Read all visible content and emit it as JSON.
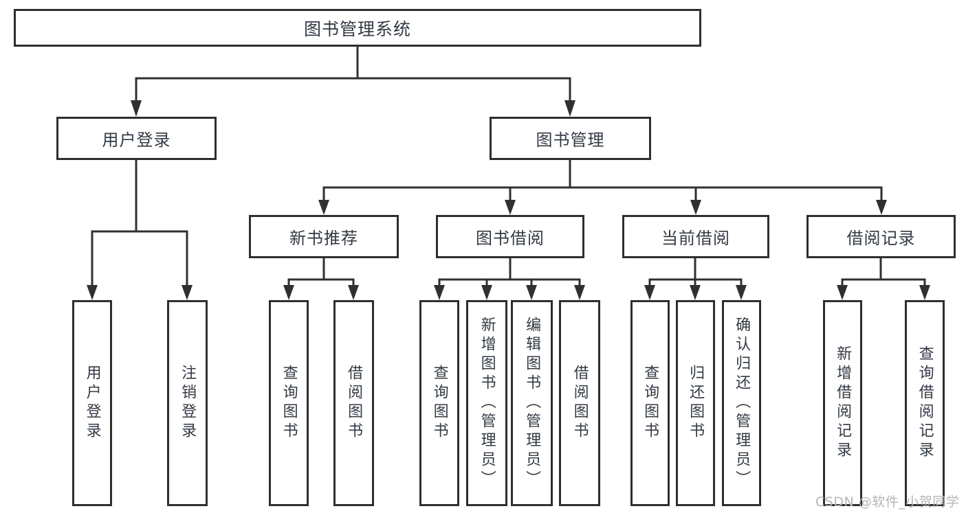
{
  "watermark": "CSDN @软件_小贺同学",
  "nodes": {
    "root": {
      "label": "图书管理系统"
    },
    "user_login": {
      "label": "用户登录",
      "parent": "root"
    },
    "book_mgmt": {
      "label": "图书管理",
      "parent": "root"
    },
    "leaf_user_login": {
      "label": "用户登录",
      "parent": "user_login"
    },
    "leaf_logout": {
      "label": "注销登录",
      "parent": "user_login"
    },
    "new_book_rec": {
      "label": "新书推荐",
      "parent": "book_mgmt"
    },
    "book_borrow": {
      "label": "图书借阅",
      "parent": "book_mgmt"
    },
    "current_borrow": {
      "label": "当前借阅",
      "parent": "book_mgmt"
    },
    "borrow_records": {
      "label": "借阅记录",
      "parent": "book_mgmt"
    },
    "rec_query_books": {
      "label": "查询图书",
      "parent": "new_book_rec"
    },
    "rec_borrow_books": {
      "label": "借阅图书",
      "parent": "new_book_rec"
    },
    "bb_query_books": {
      "label": "查询图书",
      "parent": "book_borrow"
    },
    "bb_add_books": {
      "label": "新增图书（管理员）",
      "parent": "book_borrow"
    },
    "bb_edit_books": {
      "label": "编辑图书（管理员）",
      "parent": "book_borrow"
    },
    "bb_borrow_books": {
      "label": "借阅图书",
      "parent": "book_borrow"
    },
    "cb_query_books": {
      "label": "查询图书",
      "parent": "current_borrow"
    },
    "cb_return_books": {
      "label": "归还图书",
      "parent": "current_borrow"
    },
    "cb_confirm_return": {
      "label": "确认归还（管理员）",
      "parent": "current_borrow"
    },
    "br_add_record": {
      "label": "新增借阅记录",
      "parent": "borrow_records"
    },
    "br_query_record": {
      "label": "查询借阅记录",
      "parent": "borrow_records"
    }
  }
}
